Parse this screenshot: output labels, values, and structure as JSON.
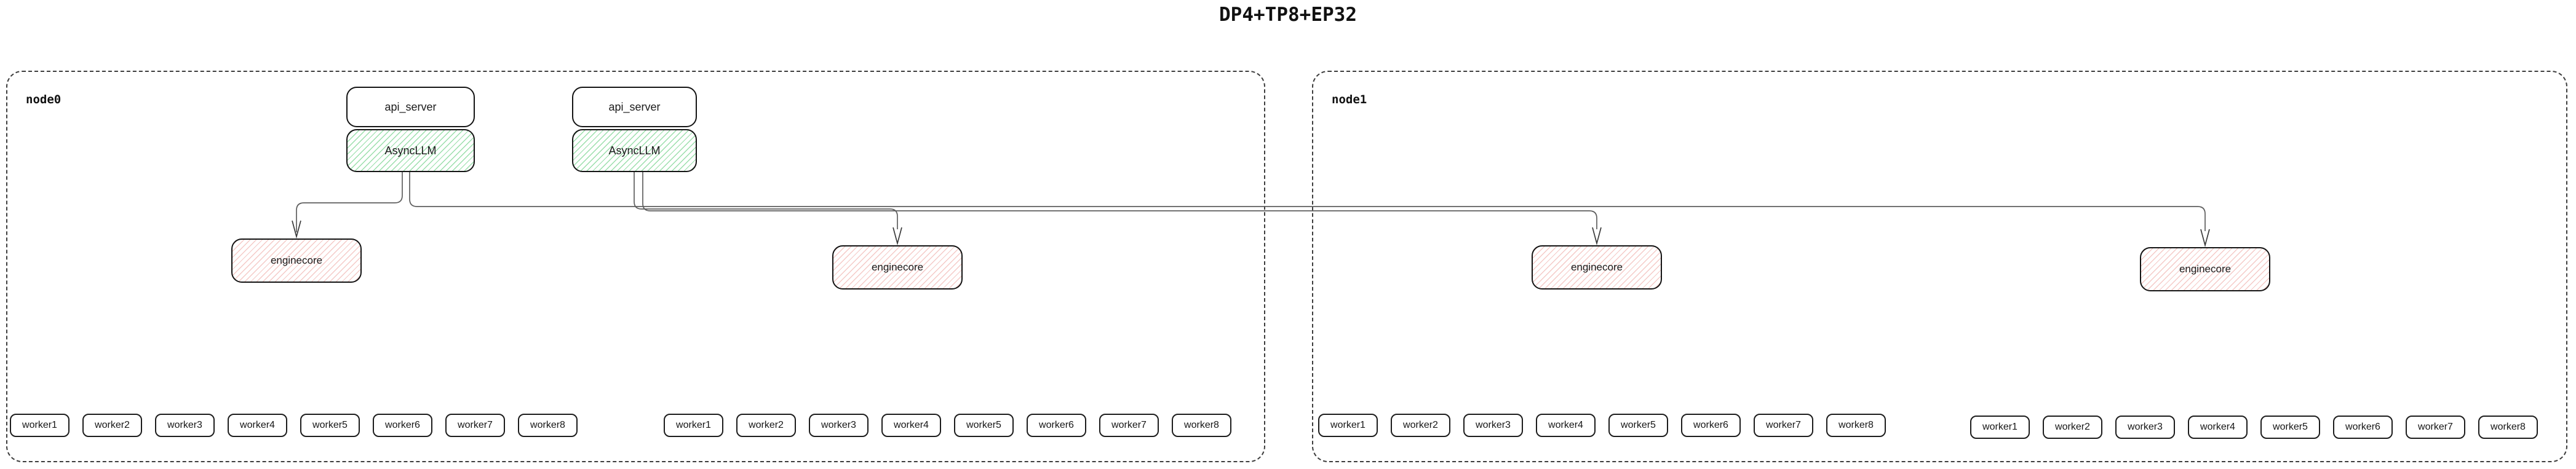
{
  "title": "DP4+TP8+EP32",
  "nodes": [
    {
      "label": "node0"
    },
    {
      "label": "node1"
    }
  ],
  "api_servers": [
    {
      "server_label": "api_server",
      "llm_label": "AsyncLLM"
    },
    {
      "server_label": "api_server",
      "llm_label": "AsyncLLM"
    }
  ],
  "enginecores": [
    "enginecore",
    "enginecore",
    "enginecore",
    "enginecore"
  ],
  "workers": {
    "groups": [
      [
        "worker1",
        "worker2",
        "worker3",
        "worker4",
        "worker5",
        "worker6",
        "worker7",
        "worker8"
      ],
      [
        "worker1",
        "worker2",
        "worker3",
        "worker4",
        "worker5",
        "worker6",
        "worker7",
        "worker8"
      ],
      [
        "worker1",
        "worker2",
        "worker3",
        "worker4",
        "worker5",
        "worker6",
        "worker7",
        "worker8"
      ],
      [
        "worker1",
        "worker2",
        "worker3",
        "worker4",
        "worker5",
        "worker6",
        "worker7",
        "worker8"
      ]
    ]
  },
  "colors": {
    "asyncllm_hatch": "#63cd7d",
    "enginecore_hatch": "#eb9691",
    "connector": "#5e5e5e",
    "box_border": "#141414"
  }
}
